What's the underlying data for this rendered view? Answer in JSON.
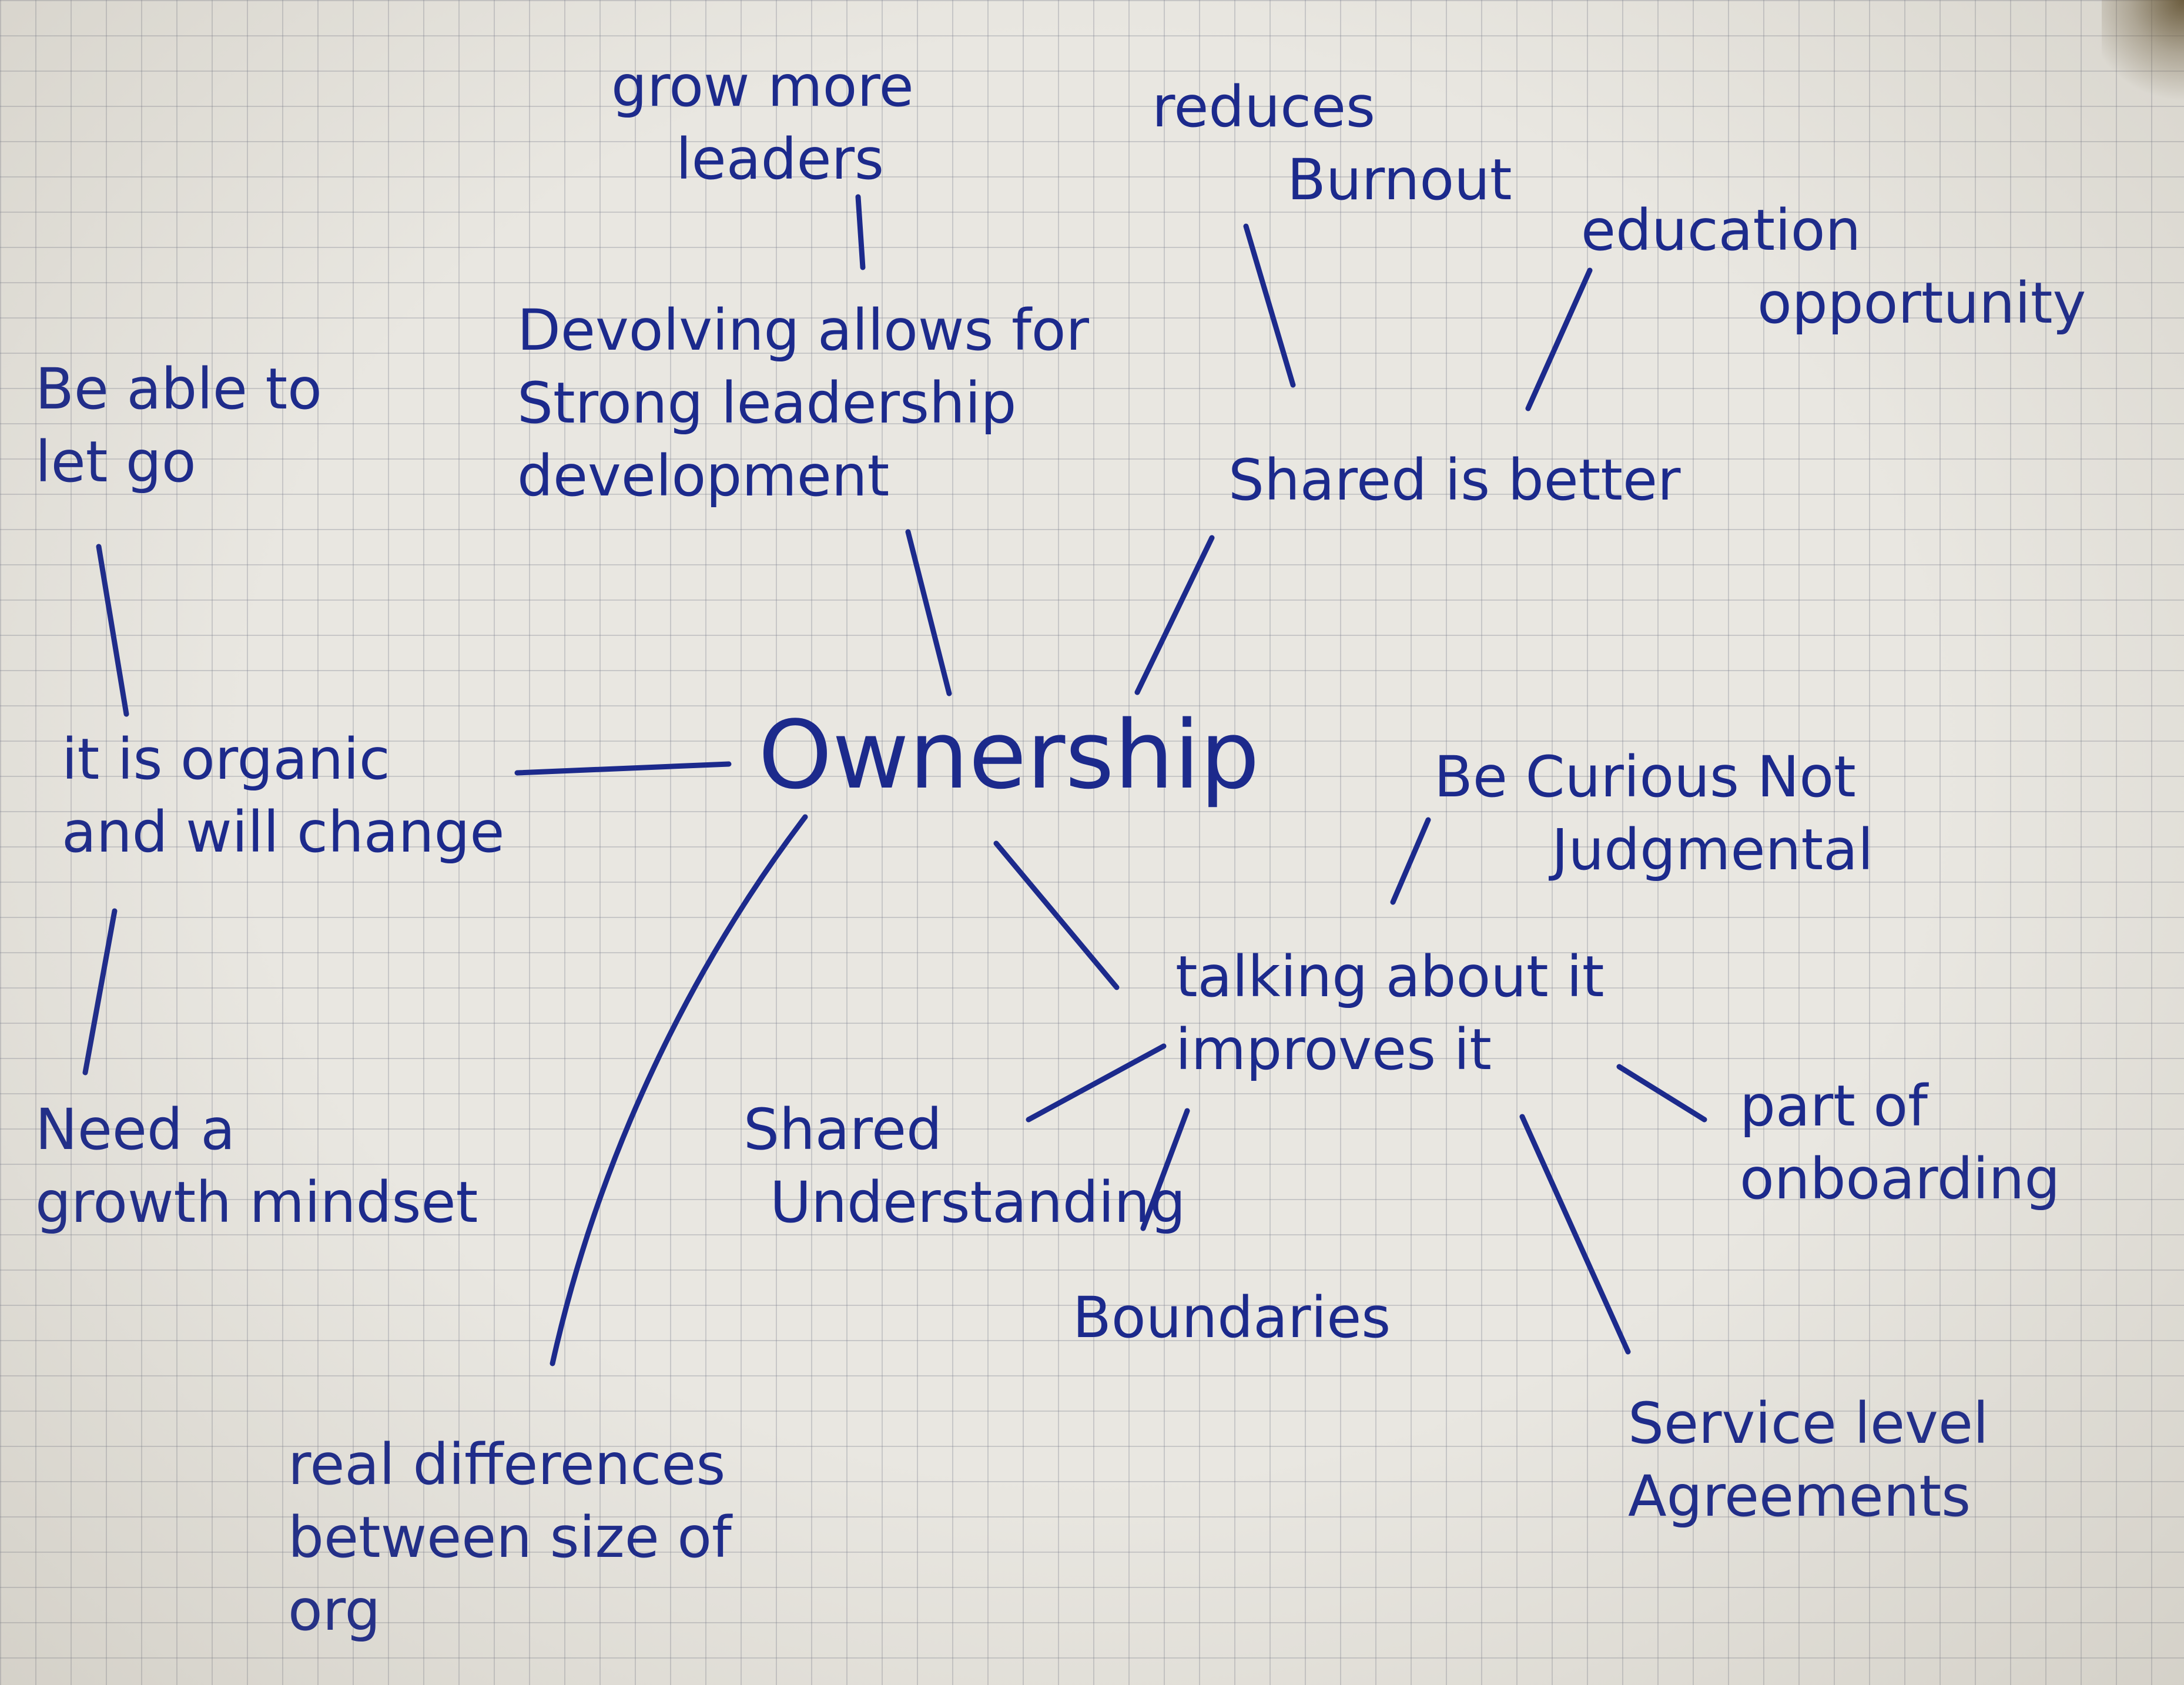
{
  "diagram": {
    "center": "Ownership",
    "nodes": {
      "grow_more_leaders": [
        "grow more",
        "leaders"
      ],
      "devolving": [
        "Devolving allows for",
        "Strong leadership",
        "development"
      ],
      "reduces_burnout": [
        "reduces",
        "Burnout"
      ],
      "education": [
        "education",
        "opportunity"
      ],
      "shared_better": [
        "Shared is better"
      ],
      "let_go": [
        "Be able to",
        "let go"
      ],
      "organic": [
        "it is organic",
        "and will change"
      ],
      "growth_mindset": [
        "Need a",
        "growth mindset"
      ],
      "curious": [
        "Be Curious Not",
        "Judgmental"
      ],
      "talking": [
        "talking about it",
        "improves it"
      ],
      "shared_understanding": [
        "Shared",
        "Understanding"
      ],
      "boundaries": [
        "Boundaries"
      ],
      "onboarding": [
        "part of",
        "onboarding"
      ],
      "sla": [
        "Service level",
        "Agreements"
      ],
      "real_differences": [
        "real differences",
        "between size of",
        "org"
      ]
    },
    "colors": {
      "ink": "#1c2a8c",
      "paper": "#e9e7e1",
      "grid": "#9a9fae"
    }
  }
}
